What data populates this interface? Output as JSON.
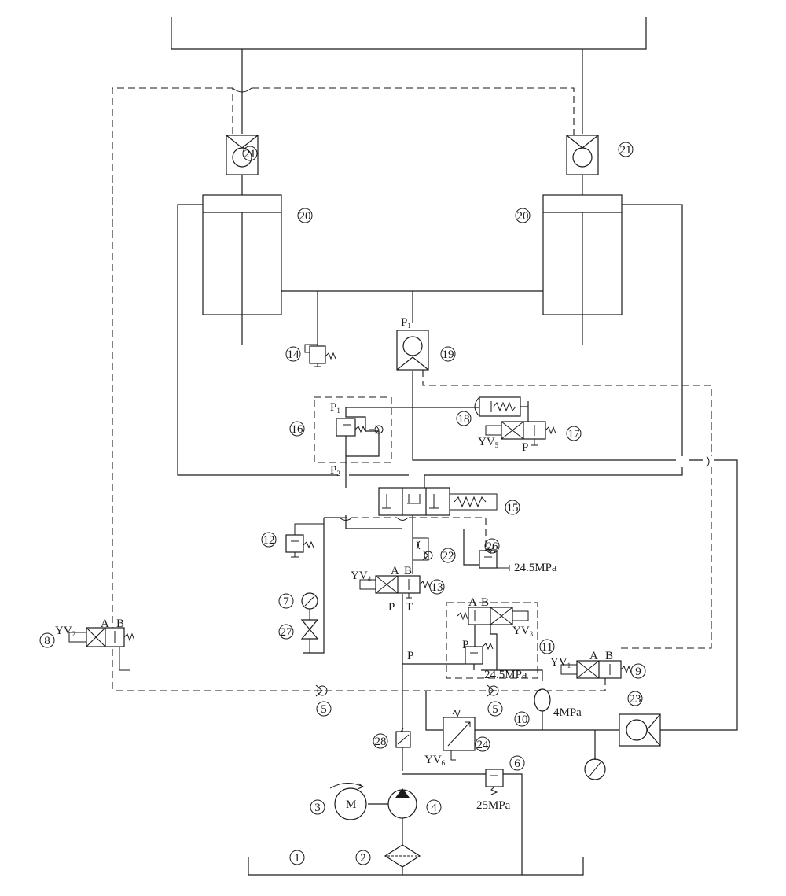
{
  "component_numbers": [
    "1",
    "2",
    "3",
    "4",
    "5",
    "5",
    "6",
    "7",
    "8",
    "9",
    "10",
    "11",
    "12",
    "13",
    "14",
    "15",
    "16",
    "17",
    "18",
    "19",
    "20",
    "20",
    "21",
    "21",
    "22",
    "23",
    "24",
    "26",
    "27",
    "28"
  ],
  "port_labels": {
    "A": "A",
    "B": "B",
    "P": "P",
    "T": "T",
    "P1": "P",
    "P2": "P",
    "sub1": "1",
    "sub2": "2"
  },
  "solenoids": {
    "yv1": {
      "base": "YV",
      "sub": "1"
    },
    "yv2": {
      "base": "YV",
      "sub": "2"
    },
    "yv3": {
      "base": "YV",
      "sub": "3"
    },
    "yv4": {
      "base": "YV",
      "sub": "4"
    },
    "yv5": {
      "base": "YV",
      "sub": "5"
    },
    "yv6": {
      "base": "YV",
      "sub": "6"
    }
  },
  "pressure_settings": {
    "valve_26": "24.5MPa",
    "valve_11": "24.5MPa",
    "accumulator_10": "4MPa",
    "relief_6": "25MPa"
  },
  "motor_symbol": "M"
}
